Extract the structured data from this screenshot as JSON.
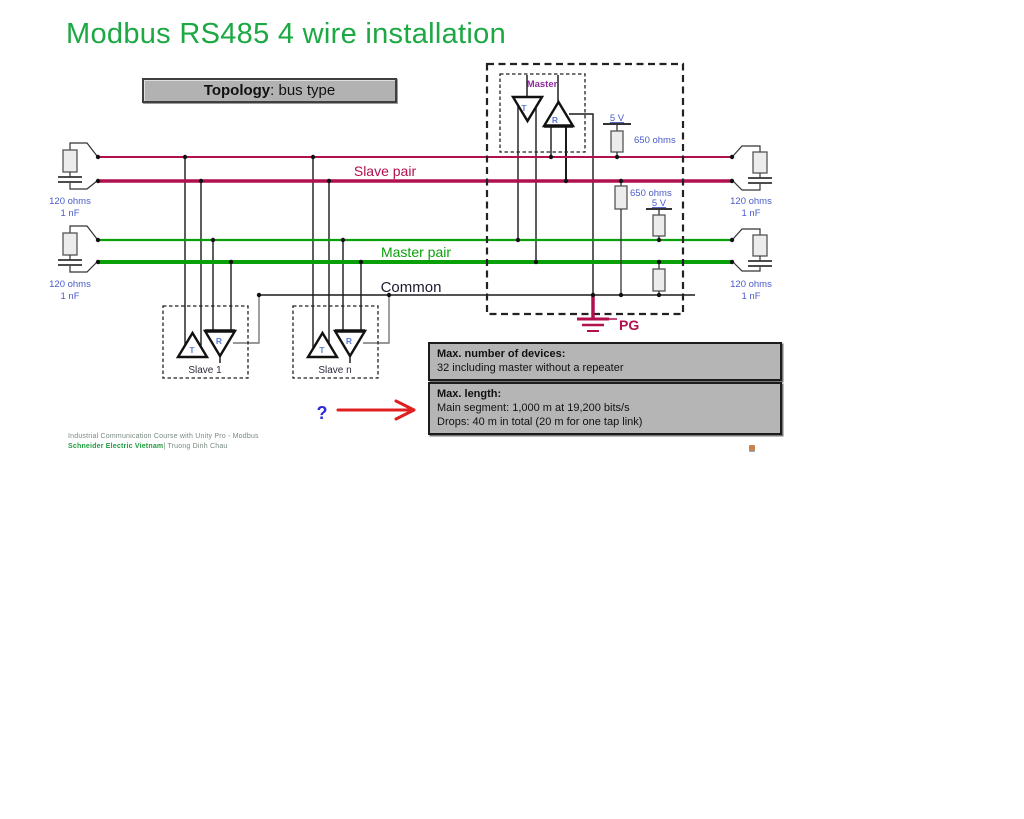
{
  "title": "Modbus RS485 4 wire installation",
  "topology_box": {
    "label_bold": "Topology",
    "label_rest": ": bus type"
  },
  "diagram": {
    "master_label": "Master",
    "slave_1_label": "Slave 1",
    "slave_n_label": "Slave n",
    "t_label": "T",
    "r_label": "R",
    "slave_pair_label": "Slave pair",
    "master_pair_label": "Master pair",
    "common_label": "Common",
    "v5_label": "5 V",
    "bias_resistor_label": "650 ohms",
    "term_resistor_label": "120 ohms",
    "term_capacitor_label": "1 nF",
    "pg_label": "PG",
    "question_label": "?"
  },
  "info_boxes": [
    {
      "title": "Max. number of devices:",
      "lines": [
        "32 including master without a repeater"
      ]
    },
    {
      "title": "Max. length:",
      "lines": [
        "Main segment: 1,000 m at 19,200 bits/s",
        "Drops: 40 m in total (20 m for one tap link)"
      ]
    }
  ],
  "footer": {
    "line1": "Industrial Communication Course with Unity Pro - Modbus",
    "brand": "Schneider Electric Vietnam",
    "line2_rest": "| Truong Dinh Chau"
  },
  "colors": {
    "title_green": "#1CA843",
    "wire_slave_pair": "#B0104E",
    "wire_master_pair": "#0AA00A",
    "wire_common": "#1A1A1A",
    "label_blue": "#4A5BC8",
    "master_purple": "#8E2B9E",
    "pg_crimson": "#B0104E",
    "arrow_red": "#E02020",
    "question_blue": "#2A2AE0",
    "box_gray": "#B5B5B5"
  }
}
